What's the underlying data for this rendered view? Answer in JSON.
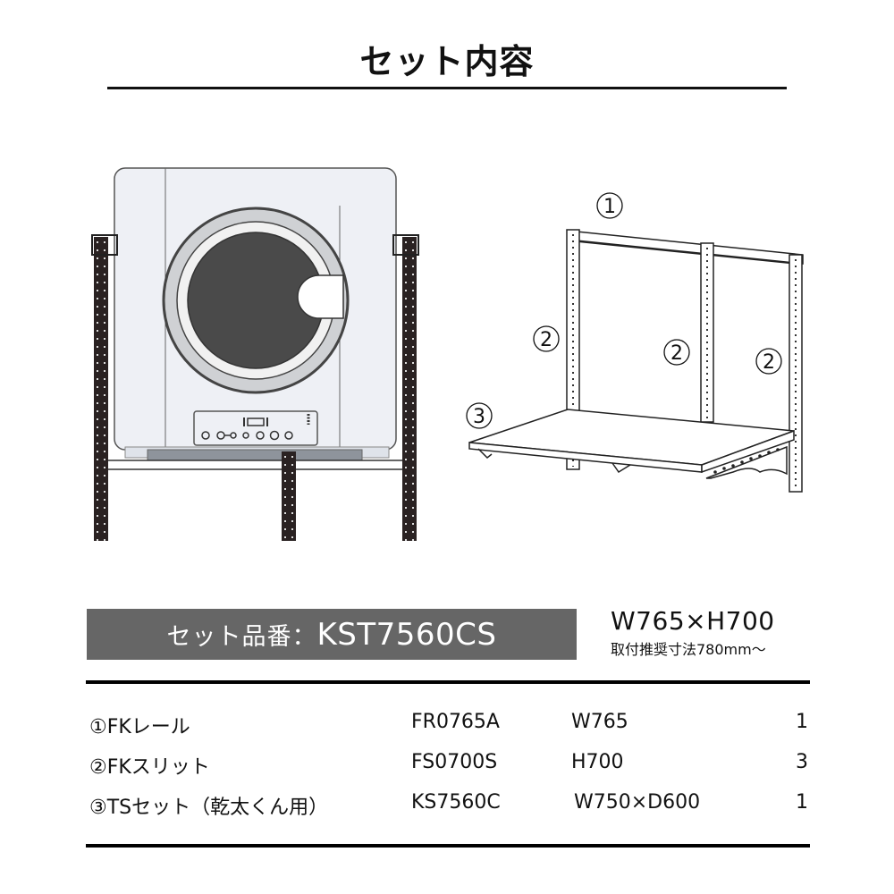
{
  "header": {
    "title": "セット内容"
  },
  "figures": {
    "left": {
      "description": "drying machine mounted on rack front view",
      "icon": "dryer-rack-illustration"
    },
    "right": {
      "description": "rack assembly perspective view",
      "callouts": [
        "①",
        "②",
        "②",
        "②",
        "③"
      ]
    }
  },
  "product": {
    "set_label": "セット品番：",
    "set_code": "KST7560CS",
    "banner_color": "#666666",
    "dimensions": "W765×H700",
    "recommended_mount": "取付推奨寸法780mm～"
  },
  "parts_table": {
    "rows": [
      {
        "name": "①FKレール",
        "code": "FR0765A",
        "size": "W765",
        "qty": "1"
      },
      {
        "name": "②FKスリット",
        "code": "FS0700S",
        "size": "H700",
        "qty": "3"
      },
      {
        "name": "③TSセット（乾太くん用）",
        "code": "KS7560C",
        "size": "W750×D600",
        "qty": "1"
      }
    ]
  }
}
